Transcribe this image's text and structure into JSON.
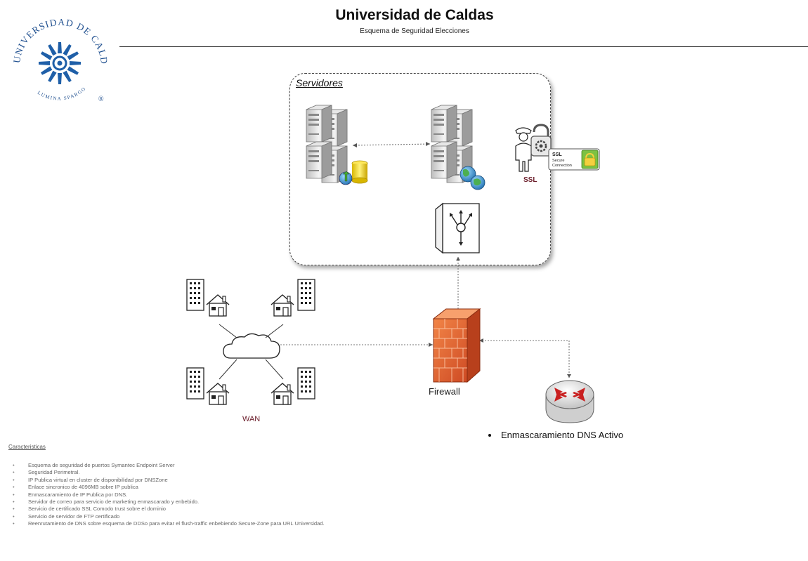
{
  "header": {
    "title": "Universidad de Caldas",
    "subtitle": "Esquema de Seguridad Elecciones"
  },
  "logo": {
    "name": "Universidad de Caldas seal",
    "top_text": "UNIVERSIDAD DE CALDAS",
    "bottom_text": "LUMINA SPARGO",
    "mark": "®"
  },
  "diagram": {
    "servers_group_label": "Servidores",
    "ssl_label": "SSL",
    "ssl_badge": {
      "line1": "SSL",
      "line2": "Secure",
      "line3": "Connection"
    },
    "wan_label": "WAN",
    "firewall_label": "Firewall",
    "router_note": "Enmascaramiento DNS Activo",
    "icons": [
      "database-server-icon",
      "web-server-icon",
      "security-guard-lock-icon",
      "ssl-badge-icon",
      "switch-device-icon",
      "firewall-icon",
      "router-icon",
      "cloud-icon",
      "building-icon",
      "house-icon"
    ],
    "colors": {
      "firewall": "#e0562a",
      "router_arrows": "#c92020",
      "label_accent": "#6b1d2a",
      "globe": "#2f8fd0"
    }
  },
  "features": {
    "heading": "Caracteristicas",
    "items": [
      "Esquema de seguridad de puertos  Symantec Endpoint Server",
      "Seguridad Perimetral.",
      "IP Publica virtual en cluster de disponibilidad por DNSZone",
      "Enlace sincronico de 4096MB sobre IP publica",
      "Enmascaramiento de IP Publica por DNS.",
      "Servidor de correo para servicio de marketing enmascarado y enbebido.",
      "Servicio de certificado SSL Comodo trust sobre el dominio",
      "Servicio de servidor de FTP certificado",
      "Reenrutamiento de DNS sobre esquema de DDSo para evitar el flush-traffic enbebiendo Secure-Zone para URL Universidad."
    ]
  }
}
